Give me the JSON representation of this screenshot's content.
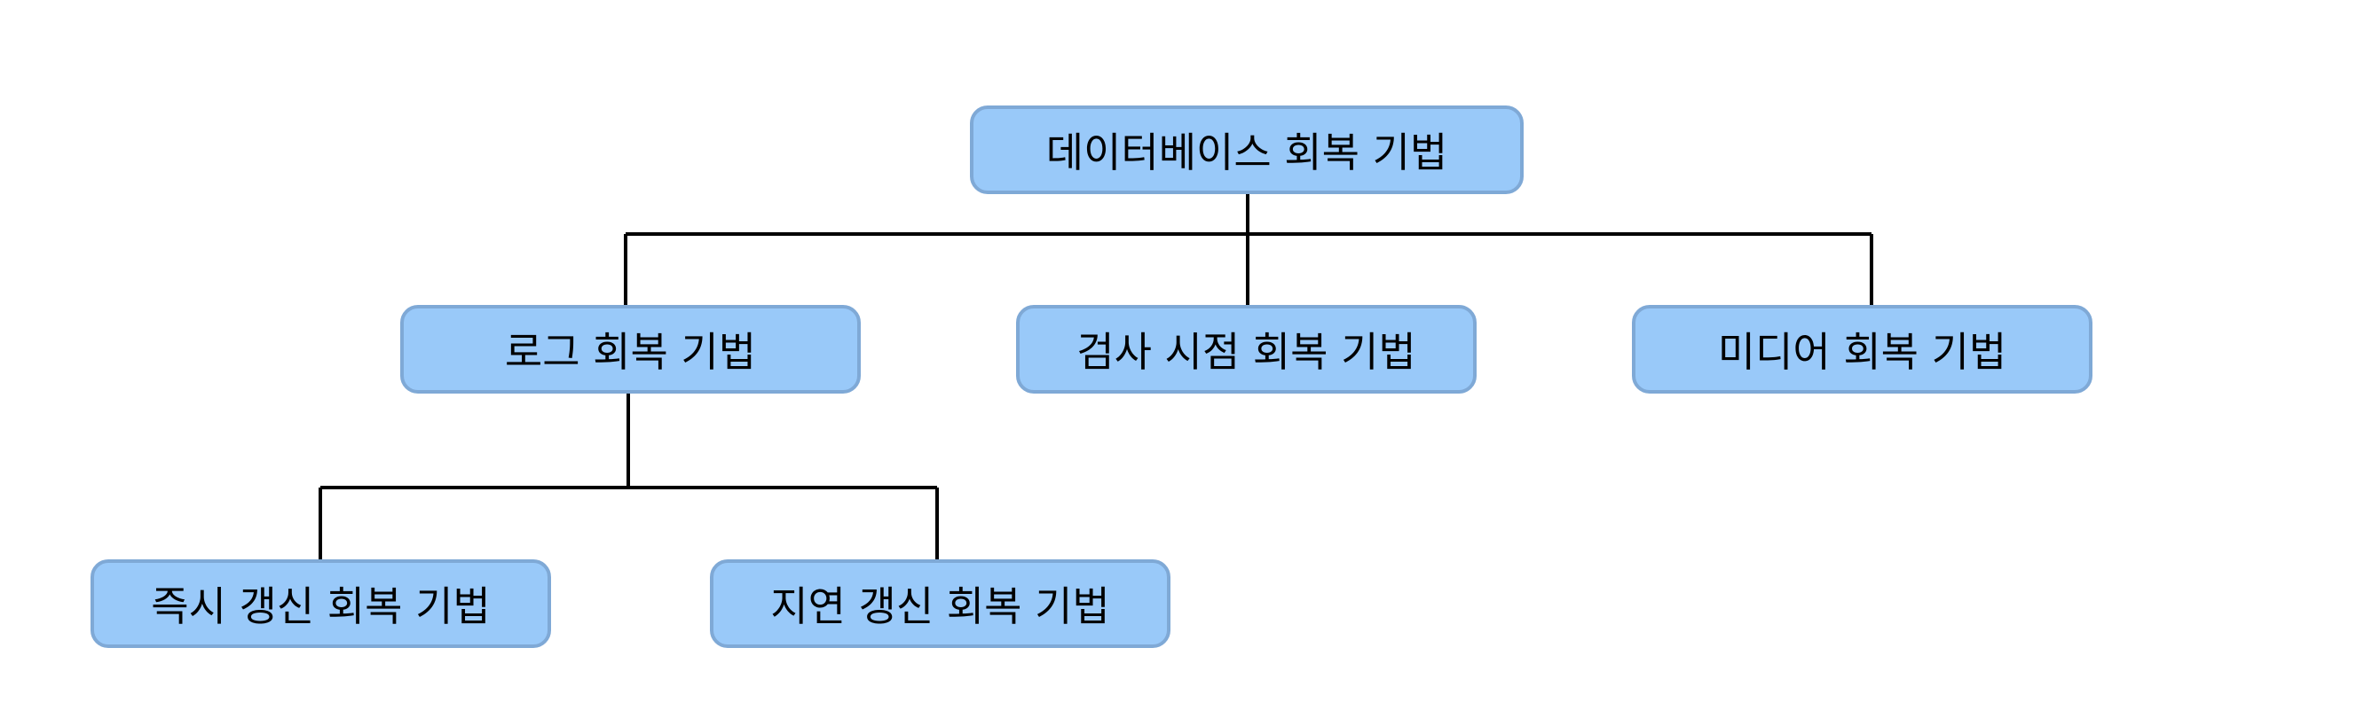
{
  "diagram": {
    "nodes": {
      "root": "데이터베이스 회복 기법",
      "log": "로그 회복 기법",
      "checkpoint": "검사 시점 회복 기법",
      "media": "미디어 회복 기법",
      "immediate": "즉시 갱신 회복 기법",
      "deferred": "지연 갱신 회복 기법"
    },
    "edges": [
      [
        "root",
        "log"
      ],
      [
        "root",
        "checkpoint"
      ],
      [
        "root",
        "media"
      ],
      [
        "log",
        "immediate"
      ],
      [
        "log",
        "deferred"
      ]
    ],
    "colors": {
      "node_fill": "#99c9f9",
      "node_border": "#7fa9d6",
      "connector": "#000000"
    }
  }
}
